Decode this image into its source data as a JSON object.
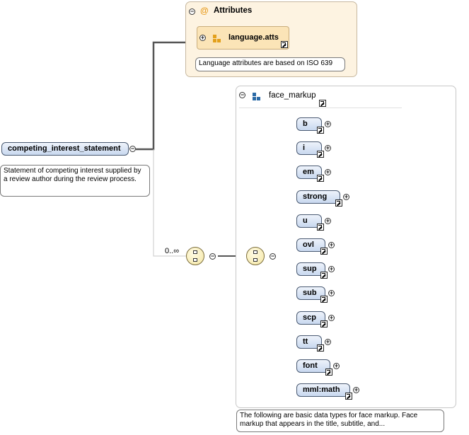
{
  "root": {
    "name": "competing_interest_statement",
    "doc": "Statement of competing interest supplied by a review author during the review process."
  },
  "attributes": {
    "title": "Attributes",
    "group": "language.atts",
    "doc": "Language attributes are based on ISO 639"
  },
  "sequence": {
    "multiplicity": "0..∞"
  },
  "face_markup": {
    "title": "face_markup",
    "doc": "The following are basic data types for face markup. Face markup that appears in the title, subtitle, and...",
    "elements": [
      "b",
      "i",
      "em",
      "strong",
      "u",
      "ovl",
      "sup",
      "sub",
      "scp",
      "tt",
      "font",
      "mml:math"
    ]
  },
  "icons": {
    "collapse": "minus-circle-icon",
    "expand": "plus-circle-icon",
    "reference": "link-arrow-icon",
    "sequence": "sequence-compositor-icon",
    "attributes": "at-sign-icon"
  },
  "colors": {
    "element_fill": "#c8d8ef",
    "attr_fill": "#fdf3e1",
    "compositor_fill": "#f4e6a3"
  }
}
